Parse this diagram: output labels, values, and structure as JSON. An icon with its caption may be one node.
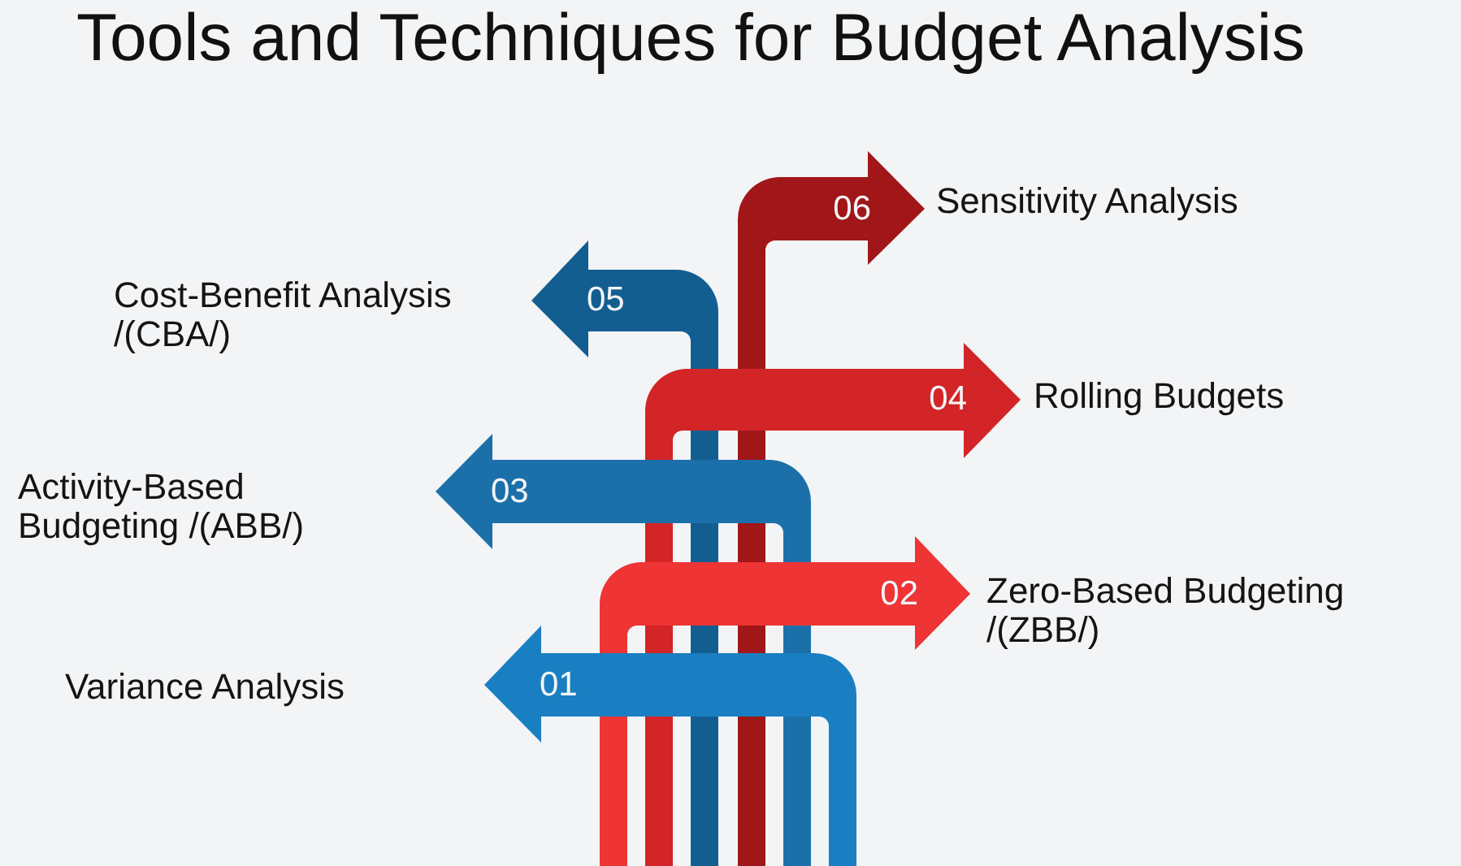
{
  "diagram": {
    "title": "Tools and Techniques for Budget Analysis",
    "nodes": [
      {
        "text": [
          "01"
        ],
        "beside": [
          "Variance Analysis"
        ]
      },
      {
        "text": [
          "02"
        ],
        "beside": [
          "Zero-Based Budgeting /(ZBB/)"
        ]
      },
      {
        "text": [
          "03"
        ],
        "beside": [
          "Activity-Based Budgeting /(ABB/)"
        ]
      },
      {
        "text": [
          "04"
        ],
        "beside": [
          "Rolling Budgets"
        ]
      },
      {
        "text": [
          "05"
        ],
        "beside": [
          "Cost-Benefit Analysis /(CBA/)"
        ]
      },
      {
        "text": [
          "06"
        ],
        "beside": [
          "Sensitivity Analysis"
        ]
      }
    ]
  }
}
